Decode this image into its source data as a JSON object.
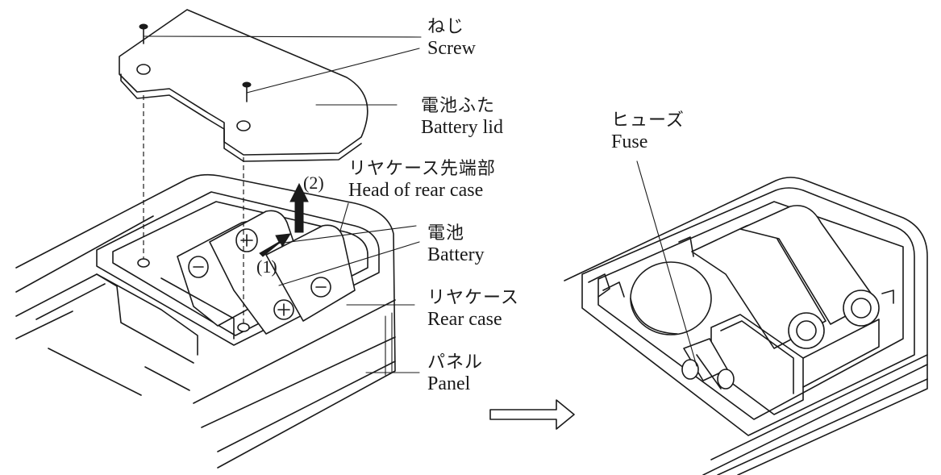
{
  "labels": {
    "screw": {
      "jp": "ねじ",
      "en": "Screw"
    },
    "battery_lid": {
      "jp": "電池ふた",
      "en": "Battery lid"
    },
    "head_rear_case": {
      "jp": "リヤケース先端部",
      "en": "Head of rear case"
    },
    "battery": {
      "jp": "電池",
      "en": "Battery"
    },
    "rear_case": {
      "jp": "リヤケース",
      "en": "Rear case"
    },
    "panel": {
      "jp": "パネル",
      "en": "Panel"
    },
    "fuse": {
      "jp": "ヒューズ",
      "en": "Fuse"
    }
  },
  "steps": {
    "one": "(1)",
    "two": "(2)"
  },
  "icons": [
    "screw-icon",
    "up-arrow-icon",
    "slide-arrow-icon",
    "hollow-right-arrow-icon",
    "battery-plus-icon",
    "battery-minus-icon"
  ]
}
